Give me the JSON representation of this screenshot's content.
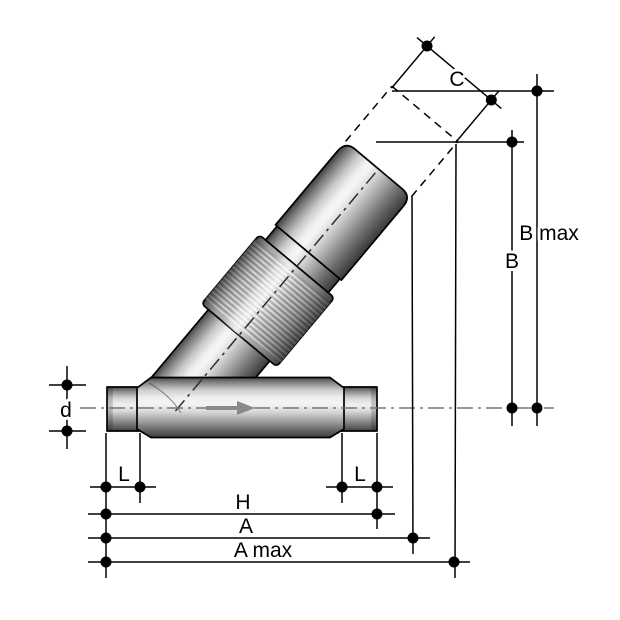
{
  "figure": {
    "kind": "valve-dimensional-drawing",
    "subject": "angle-seat valve side view with dimension lines",
    "dimension_labels": {
      "c": "C",
      "b_max": "B max",
      "b": "B",
      "d": "d",
      "l_left": "L",
      "l_right": "L",
      "h": "H",
      "a": "A",
      "a_max": "A max"
    },
    "icons": {
      "flow_arrow": "flow-direction-arrow-right"
    },
    "colors": {
      "line": "#000000",
      "centerline": "#767676",
      "flow_arrow": "#8a8a8a",
      "body_highlight": "#f4f4f4",
      "body_shadow": "#3b3b3b",
      "background": "#ffffff"
    }
  }
}
